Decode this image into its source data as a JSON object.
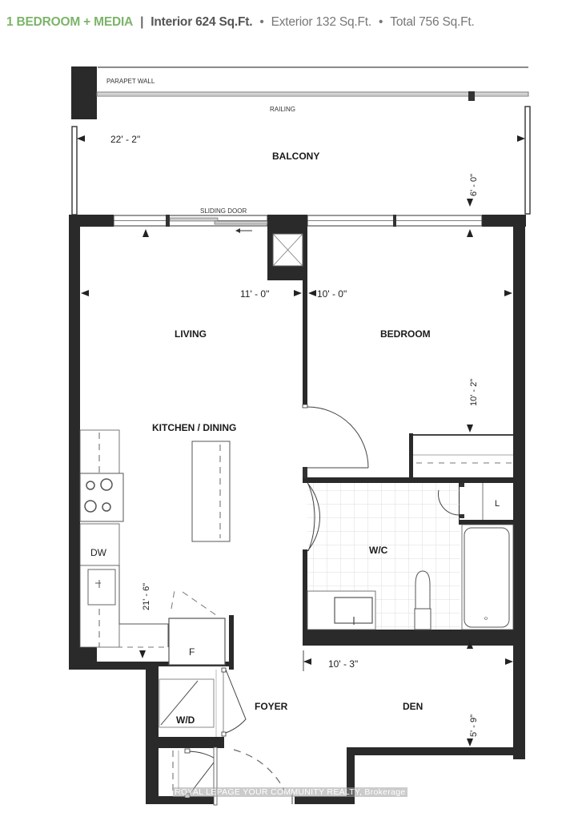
{
  "header": {
    "unit_type": "1 BEDROOM + MEDIA",
    "separator": "|",
    "interior": "Interior 624 Sq.Ft.",
    "bullet": "•",
    "exterior": "Exterior 132 Sq.Ft.",
    "total": "Total 756 Sq.Ft.",
    "accent_color": "#7cb46a"
  },
  "plan": {
    "rooms": {
      "balcony": "BALCONY",
      "living": "LIVING",
      "bedroom": "BEDROOM",
      "kitchen_dining": "KITCHEN / DINING",
      "wc": "W/C",
      "foyer": "FOYER",
      "den": "DEN"
    },
    "annotations": {
      "parapet_wall": "PARAPET WALL",
      "railing": "RAILING",
      "sliding_door": "SLIDING DOOR",
      "dishwasher": "DW",
      "fridge": "F",
      "washer_dryer": "W/D",
      "linen": "L"
    },
    "dimensions": {
      "balcony_width": "22' - 2\"",
      "balcony_depth": "6' - 0\"",
      "living_width": "11' - 0\"",
      "bedroom_width": "10' - 0\"",
      "bedroom_depth": "10' - 2\"",
      "kitchen_living_depth": "21' - 6\"",
      "den_width": "10' - 3\"",
      "den_depth": "5' - 9\""
    }
  },
  "watermark": "ROYAL LEPAGE YOUR COMMUNITY REALTY, Brokerage"
}
